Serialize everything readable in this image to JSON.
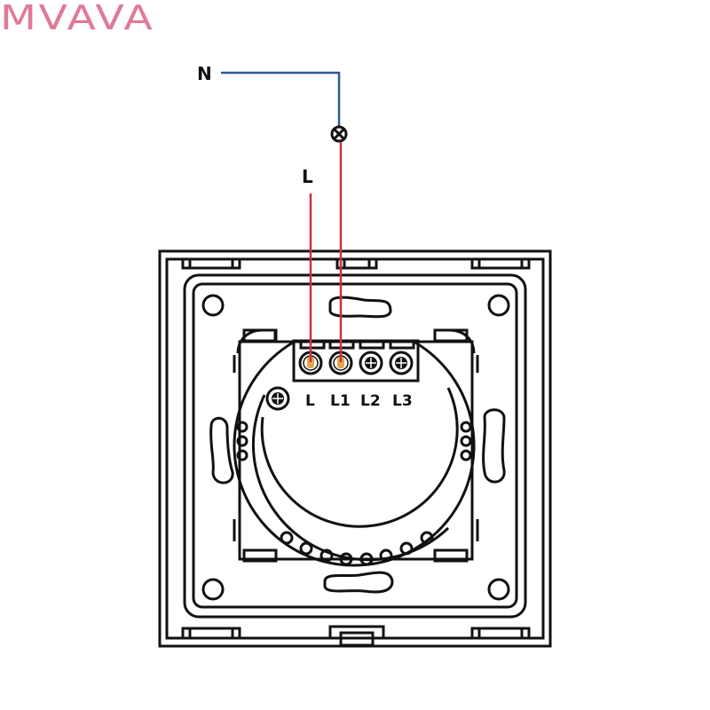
{
  "brand": {
    "name": "MVAVA",
    "color": "#e07a95"
  },
  "wires": {
    "neutral": {
      "label": "N",
      "color": "#2f5b8f"
    },
    "live": {
      "label": "L",
      "color": "#c8323c"
    }
  },
  "load": {
    "icon": "lamp-icon"
  },
  "terminals": [
    {
      "label": "L",
      "connected": true
    },
    {
      "label": "L1",
      "connected": true
    },
    {
      "label": "L2",
      "connected": false
    },
    {
      "label": "L3",
      "connected": false
    }
  ],
  "colors": {
    "outline": "#111111",
    "terminal_connected": "#e3a64a"
  }
}
